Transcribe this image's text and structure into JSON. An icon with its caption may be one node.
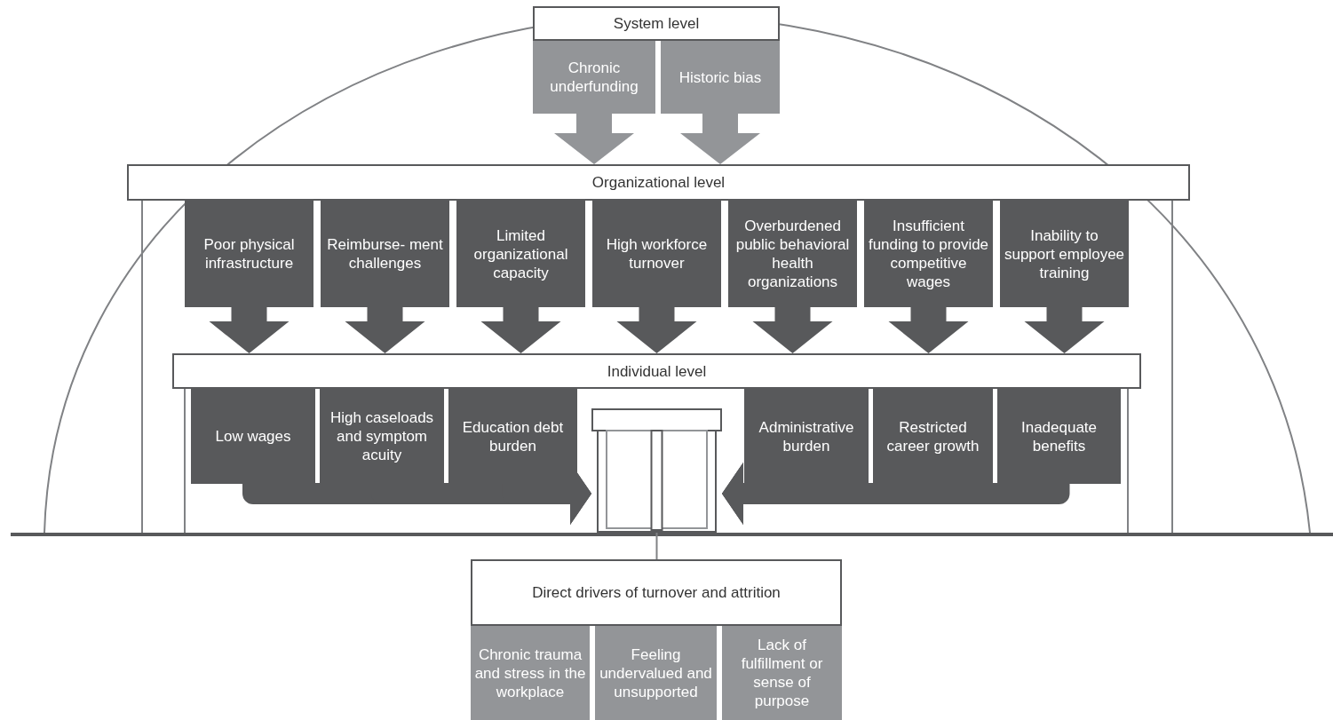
{
  "diagram": {
    "nodes": [
      {
        "text": [
          "System level"
        ]
      },
      {
        "text": [
          "Chronic underfunding"
        ]
      },
      {
        "text": [
          "Historic bias"
        ]
      },
      {
        "text": [
          "Organizational level"
        ]
      },
      {
        "text": [
          "Poor physical infrastructure"
        ]
      },
      {
        "text": [
          "Reimburse- ment challenges"
        ]
      },
      {
        "text": [
          "Limited organizational capacity"
        ]
      },
      {
        "text": [
          "High workforce turnover"
        ]
      },
      {
        "text": [
          "Overburdened public behavioral health organizations"
        ]
      },
      {
        "text": [
          "Insufficient funding to provide competitive wages"
        ]
      },
      {
        "text": [
          "Inability to support employee training"
        ]
      },
      {
        "text": [
          "Individual level"
        ]
      },
      {
        "text": [
          "Low wages"
        ]
      },
      {
        "text": [
          "High caseloads and symptom acuity"
        ]
      },
      {
        "text": [
          "Education debt burden"
        ]
      },
      {
        "text": [
          "Administrative burden"
        ]
      },
      {
        "text": [
          "Restricted career growth"
        ]
      },
      {
        "text": [
          "Inadequate benefits"
        ]
      },
      {
        "text": [],
        "shape": "door"
      },
      {
        "text": [
          "Direct drivers of turnover and attrition"
        ]
      },
      {
        "text": [
          "Chronic trauma and stress in the workplace"
        ]
      },
      {
        "text": [
          "Feeling undervalued and unsupported"
        ]
      },
      {
        "text": [
          "Lack of fulfillment or sense of purpose"
        ]
      }
    ],
    "edges": [
      {
        "from": 1,
        "to": 3,
        "arrow": "to"
      },
      {
        "from": 2,
        "to": 3,
        "arrow": "to"
      },
      {
        "from": 4,
        "to": 11,
        "arrow": "to"
      },
      {
        "from": 5,
        "to": 11,
        "arrow": "to"
      },
      {
        "from": 6,
        "to": 11,
        "arrow": "to"
      },
      {
        "from": 7,
        "to": 11,
        "arrow": "to"
      },
      {
        "from": 8,
        "to": 11,
        "arrow": "to"
      },
      {
        "from": 9,
        "to": 11,
        "arrow": "to"
      },
      {
        "from": 10,
        "to": 11,
        "arrow": "to"
      },
      {
        "from": 12,
        "to": 18,
        "arrow": "to"
      },
      {
        "from": 13,
        "to": 18,
        "arrow": "to"
      },
      {
        "from": 14,
        "to": 18,
        "arrow": "to"
      },
      {
        "from": 15,
        "to": 18,
        "arrow": "to"
      },
      {
        "from": 16,
        "to": 18,
        "arrow": "to"
      },
      {
        "from": 17,
        "to": 18,
        "arrow": "to"
      },
      {
        "from": 18,
        "to": 19,
        "arrow": "none"
      }
    ]
  }
}
